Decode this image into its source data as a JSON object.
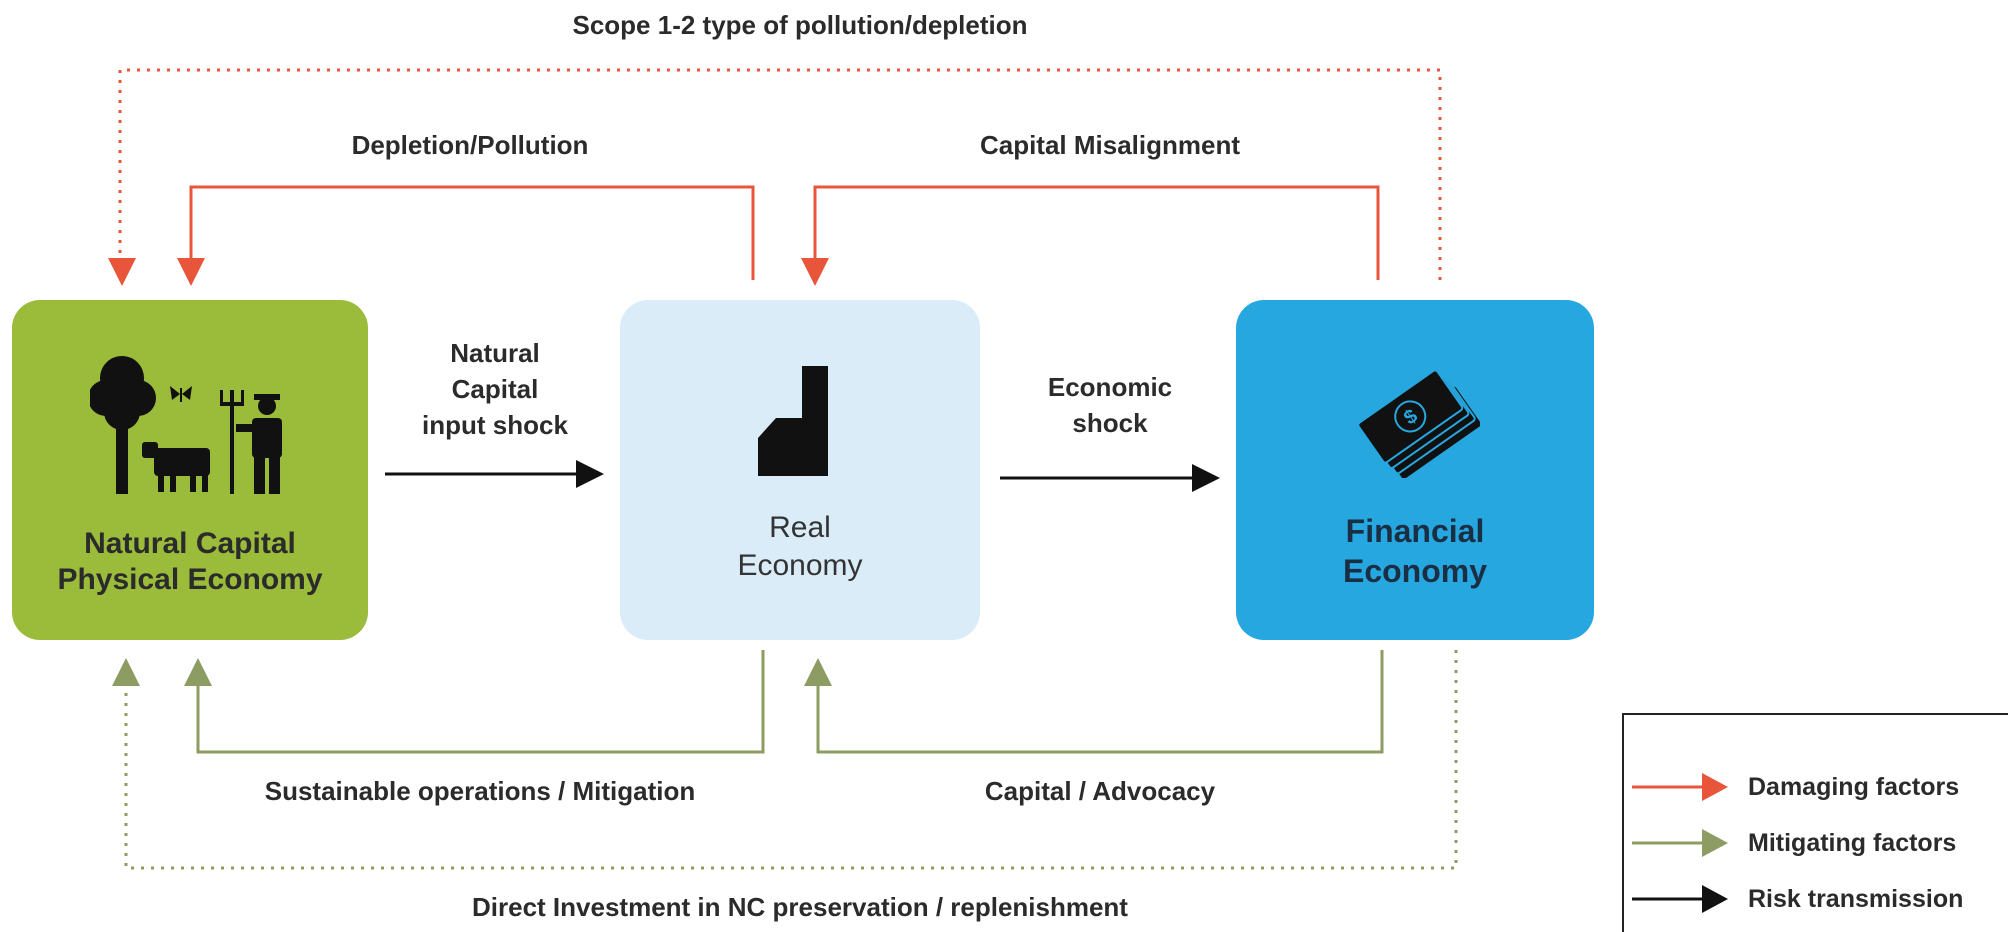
{
  "colors": {
    "damaging": "#e8553a",
    "mitigating": "#8c9c62",
    "transmission": "#111111",
    "natural_box": "#9bbb3b",
    "real_box": "#d9ecf8",
    "financial_box": "#27a7df"
  },
  "labels": {
    "scope_top": "Scope 1-2 type of pollution/depletion",
    "depletion": "Depletion/Pollution",
    "misalignment": "Capital Misalignment",
    "nc_shock_1": "Natural",
    "nc_shock_2": "Capital",
    "nc_shock_3": "input shock",
    "econ_shock_1": "Economic",
    "econ_shock_2": "shock",
    "sustainable": "Sustainable operations / Mitigation",
    "advocacy": "Capital / Advocacy",
    "direct_investment": "Direct Investment in NC preservation / replenishment"
  },
  "boxes": {
    "natural_1": "Natural Capital",
    "natural_2": "Physical Economy",
    "real_1": "Real",
    "real_2": "Economy",
    "financial_1": "Financial",
    "financial_2": "Economy"
  },
  "icons": {
    "natural": "tree-cow-farmer-icon",
    "real": "factory-icon",
    "financial": "money-stack-icon"
  },
  "legend": [
    {
      "label": "Damaging factors",
      "icon": "red-arrow-icon"
    },
    {
      "label": "Mitigating factors",
      "icon": "green-arrow-icon"
    },
    {
      "label": "Risk transmission",
      "icon": "black-arrow-icon"
    }
  ]
}
